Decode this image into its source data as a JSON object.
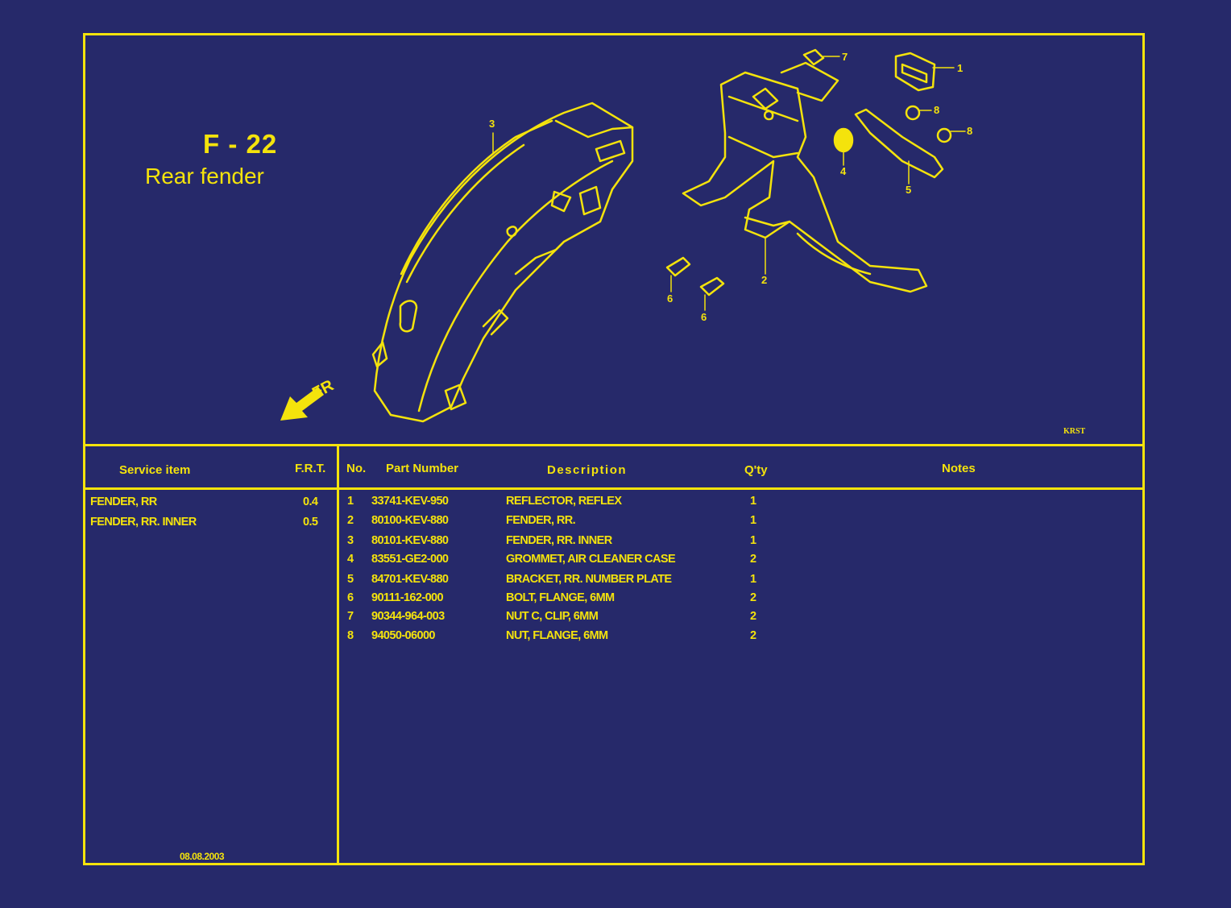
{
  "header": {
    "code": "F - 22",
    "title": "Rear fender",
    "image_code": "KRST"
  },
  "diagram": {
    "direction_label": "FR",
    "callouts": [
      "1",
      "2",
      "3",
      "4",
      "5",
      "6",
      "6",
      "7",
      "8",
      "8"
    ]
  },
  "columns": {
    "service_item": "Service item",
    "frt": "F.R.T.",
    "no": "No.",
    "part_number": "Part Number",
    "description": "Description",
    "qty": "Q'ty",
    "notes": "Notes"
  },
  "service_items": [
    {
      "name": "FENDER, RR",
      "frt": "0.4"
    },
    {
      "name": "FENDER, RR. INNER",
      "frt": "0.5"
    }
  ],
  "parts": [
    {
      "no": "1",
      "part_number": "33741-KEV-950",
      "description": "REFLECTOR, REFLEX",
      "qty": "1"
    },
    {
      "no": "2",
      "part_number": "80100-KEV-880",
      "description": "FENDER, RR.",
      "qty": "1"
    },
    {
      "no": "3",
      "part_number": "80101-KEV-880",
      "description": "FENDER, RR. INNER",
      "qty": "1"
    },
    {
      "no": "4",
      "part_number": "83551-GE2-000",
      "description": "GROMMET, AIR CLEANER CASE",
      "qty": "2"
    },
    {
      "no": "5",
      "part_number": "84701-KEV-880",
      "description": "BRACKET, RR. NUMBER PLATE",
      "qty": "1"
    },
    {
      "no": "6",
      "part_number": "90111-162-000",
      "description": "BOLT, FLANGE, 6MM",
      "qty": "2"
    },
    {
      "no": "7",
      "part_number": "90344-964-003",
      "description": "NUT C, CLIP, 6MM",
      "qty": "2"
    },
    {
      "no": "8",
      "part_number": "94050-06000",
      "description": "NUT, FLANGE, 6MM",
      "qty": "2"
    }
  ],
  "footer": {
    "date": "08.08.2003"
  }
}
